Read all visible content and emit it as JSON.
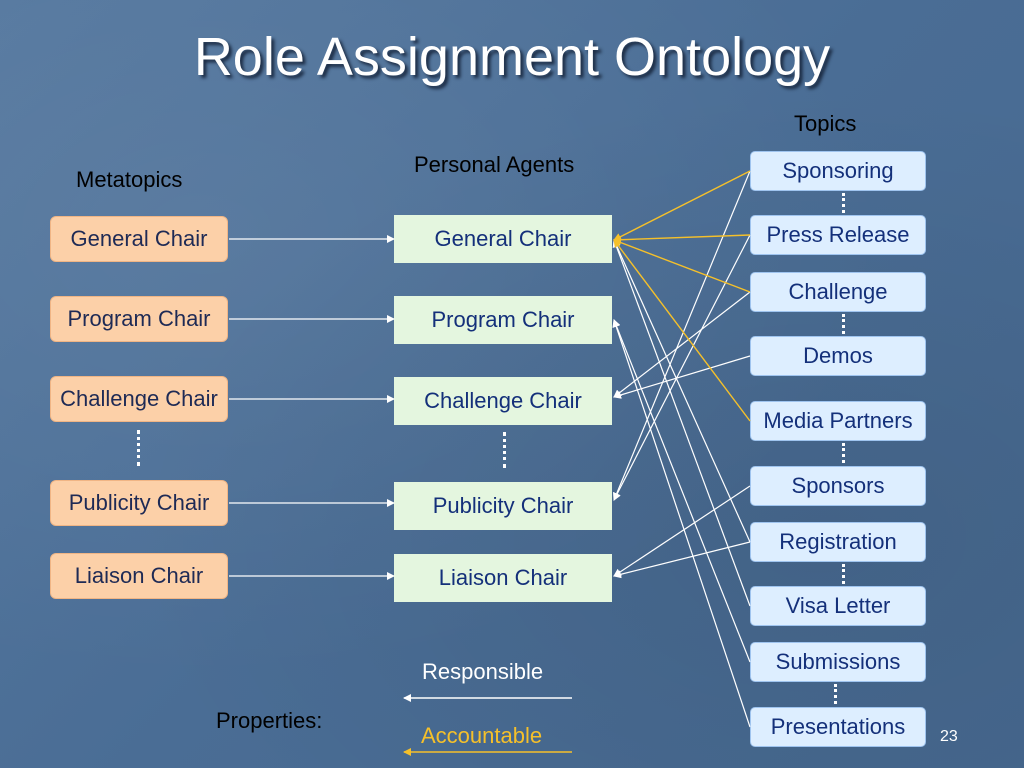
{
  "title": "Role Assignment Ontology",
  "labels": {
    "metatopics": "Metatopics",
    "personal_agents": "Personal Agents",
    "topics": "Topics",
    "properties": "Properties:",
    "responsible": "Responsible",
    "accountable": "Accountable"
  },
  "metatopics": [
    "General Chair",
    "Program Chair",
    "Challenge Chair",
    "Publicity Chair",
    "Liaison Chair"
  ],
  "agents": [
    "General Chair",
    "Program Chair",
    "Challenge Chair",
    "Publicity Chair",
    "Liaison Chair"
  ],
  "topics": [
    "Sponsoring",
    "Press Release",
    "Challenge",
    "Demos",
    "Media Partners",
    "Sponsors",
    "Registration",
    "Visa Letter",
    "Submissions",
    "Presentations"
  ],
  "page_number": "23",
  "colors": {
    "responsible": "#ffffff",
    "accountable": "#f5c02a"
  }
}
